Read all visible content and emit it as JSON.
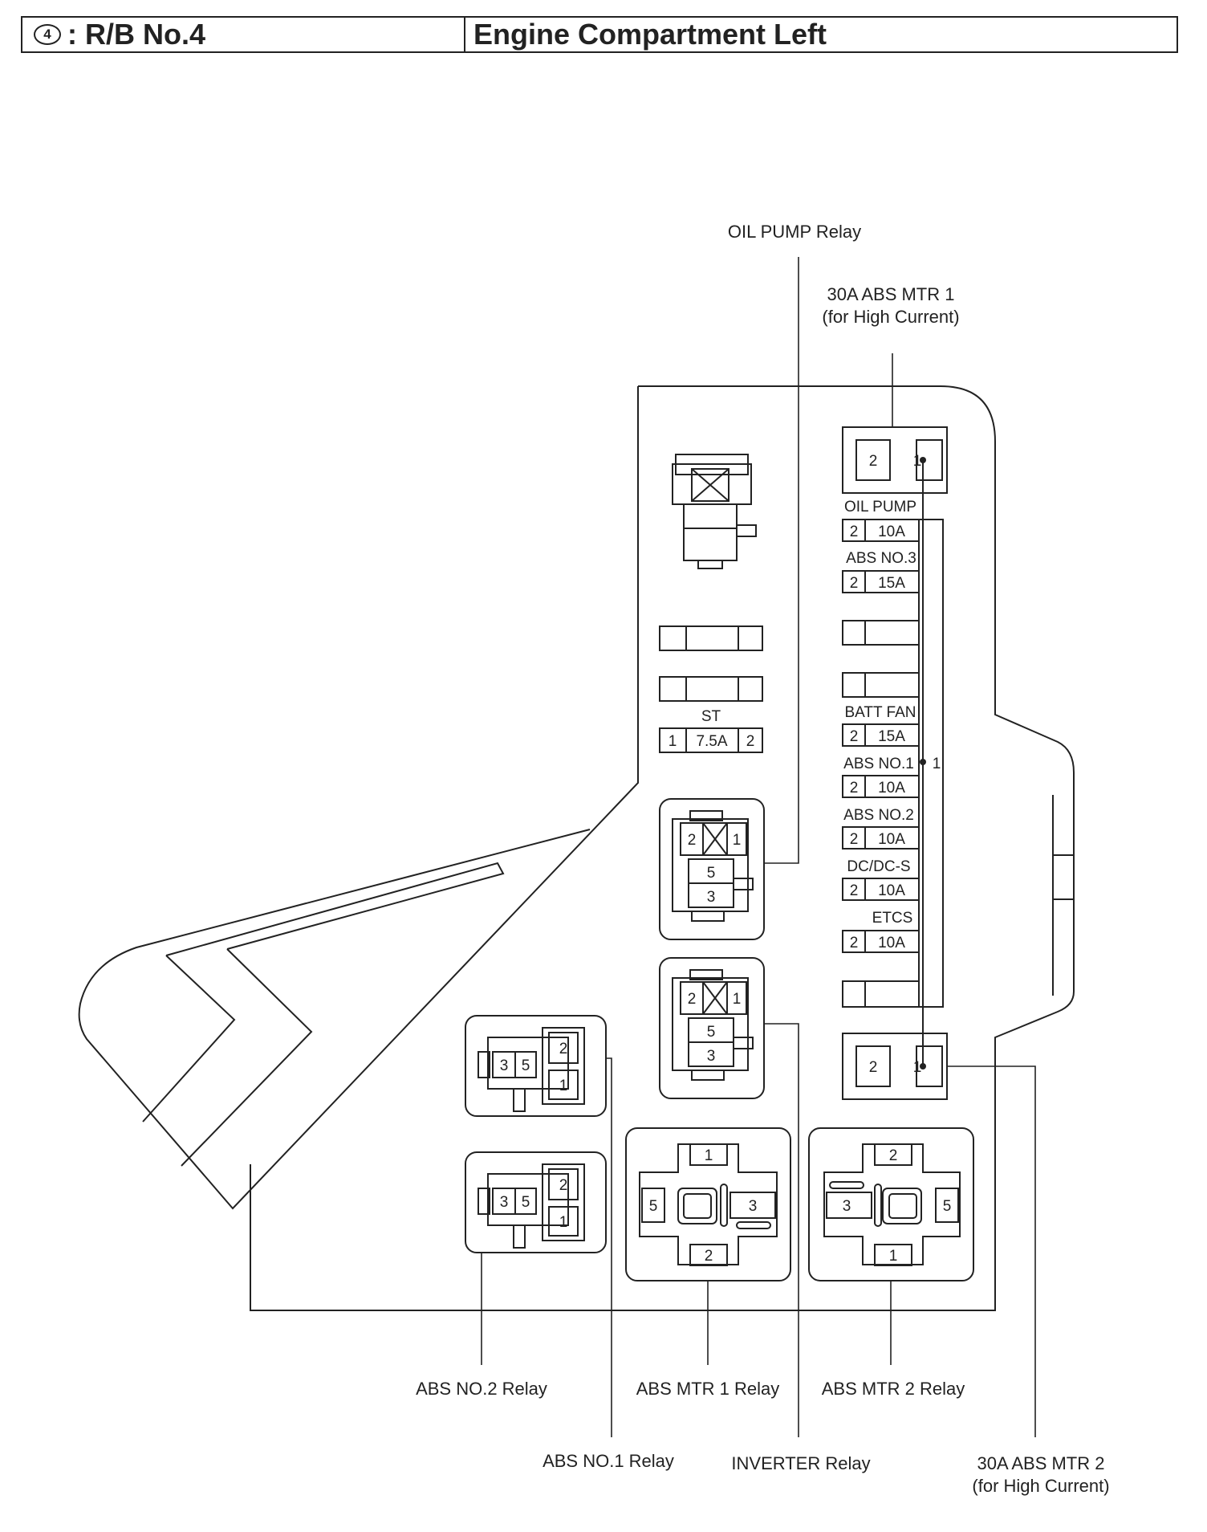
{
  "header": {
    "badge": "4",
    "left_title": ": R/B No.4",
    "right_title": "Engine Compartment Left"
  },
  "labels": {
    "oil_pump_relay": "OIL PUMP Relay",
    "abs_mtr1_30a_line1": "30A ABS MTR 1",
    "abs_mtr1_30a_line2": "(for High Current)",
    "abs_no2_relay": "ABS NO.2 Relay",
    "abs_mtr1_relay": "ABS MTR 1 Relay",
    "abs_mtr2_relay": "ABS MTR 2 Relay",
    "abs_no1_relay": "ABS NO.1 Relay",
    "inverter_relay": "INVERTER Relay",
    "abs_mtr2_30a_line1": "30A ABS MTR 2",
    "abs_mtr2_30a_line2": "(for High Current)"
  },
  "fuses": {
    "st": {
      "name": "ST",
      "pin_left": "1",
      "amp": "7.5A",
      "pin_right": "2"
    },
    "oil_pump": {
      "name": "OIL PUMP",
      "pin": "2",
      "amp": "10A"
    },
    "abs_no3": {
      "name": "ABS NO.3",
      "pin": "2",
      "amp": "15A"
    },
    "batt_fan": {
      "name": "BATT FAN",
      "pin": "2",
      "amp": "15A"
    },
    "abs_no1": {
      "name": "ABS NO.1",
      "pin": "2",
      "amp": "10A"
    },
    "abs_no2": {
      "name": "ABS NO.2",
      "pin": "2",
      "amp": "10A"
    },
    "dcdc_s": {
      "name": "DC/DC-S",
      "pin": "2",
      "amp": "10A"
    },
    "etcs": {
      "name": "ETCS",
      "pin": "2",
      "amp": "10A"
    },
    "bus_pin": "1"
  },
  "pins": {
    "one": "1",
    "two": "2",
    "three": "3",
    "five": "5"
  }
}
